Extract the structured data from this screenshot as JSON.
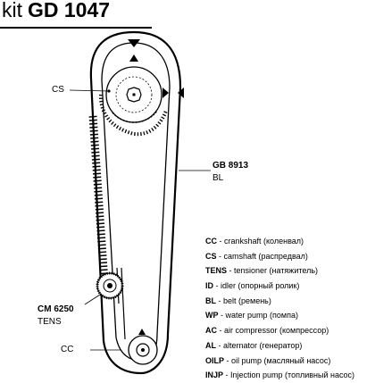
{
  "title": {
    "kit": "kit",
    "code": "GD 1047"
  },
  "labels": {
    "cs_top": "CS",
    "belt_code": "GB 8913",
    "belt_type": "BL",
    "tensioner_code": "CM 6250",
    "tensioner_type": "TENS",
    "cc_bottom": "CC"
  },
  "legend": [
    {
      "abbr": "CC",
      "desc": " - crankshaft (коленвал)"
    },
    {
      "abbr": "CS",
      "desc": " - camshaft (распредвал)"
    },
    {
      "abbr": "TENS",
      "desc": " - tensioner (натяжитель)"
    },
    {
      "abbr": "ID",
      "desc": " - idler (опорный ролик)"
    },
    {
      "abbr": "BL",
      "desc": " - belt (ремень)"
    },
    {
      "abbr": "WP",
      "desc": " - water pump (помпа)"
    },
    {
      "abbr": "AC",
      "desc": " - air compressor (компрессор)"
    },
    {
      "abbr": "AL",
      "desc": " - alternator (генератор)"
    },
    {
      "abbr": "OILP",
      "desc": " - oil pump (масляный насос)"
    },
    {
      "abbr": "INJP",
      "desc": " - Injection pump (топливный насос)"
    }
  ]
}
